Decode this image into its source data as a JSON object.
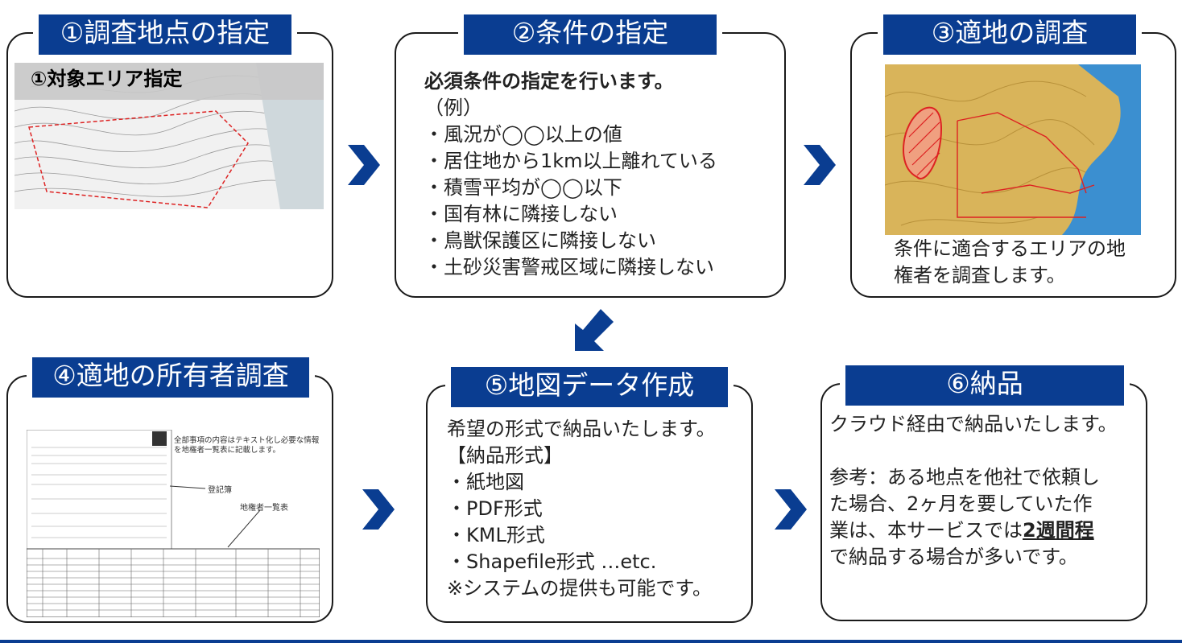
{
  "steps": {
    "s1": {
      "title": "①調査地点の指定",
      "map_label": "①対象エリア指定"
    },
    "s2": {
      "title": "②条件の指定",
      "lead": "必須条件の指定を行います。",
      "example": "（例）",
      "items": [
        "・風況が◯◯以上の値",
        "・居住地から1km以上離れている",
        "・積雪平均が◯◯以下",
        "・国有林に隣接しない",
        "・鳥獣保護区に隣接しない",
        "・土砂災害警戒区域に隣接しない"
      ]
    },
    "s3": {
      "title": "③適地の調査",
      "lines": [
        "条件に適合するエリアの地",
        "権者を調査します。"
      ]
    },
    "s4": {
      "title": "④適地の所有者調査",
      "doc_note": [
        "全部事項の内容はテキスト化し必要な情報",
        "を地権者一覧表に記載します。"
      ],
      "label_registry": "登記簿",
      "label_list": "地権者一覧表"
    },
    "s5": {
      "title": "⑤地図データ作成",
      "lines": [
        "希望の形式で納品いたします。",
        "【納品形式】",
        "・紙地図",
        "・PDF形式",
        "・KML形式",
        "・Shapefile形式 …etc.",
        "※システムの提供も可能です。"
      ]
    },
    "s6": {
      "title": "⑥納品",
      "line1": "クラウド経由で納品いたします。",
      "ref_lines": [
        "参考：ある地点を他社で依頼し",
        "た場合、2ヶ月を要していた作"
      ],
      "ref3_pre": "業は、本サービスでは",
      "ref3_emph": "2週間程",
      "ref4": "で納品する場合が多いです。"
    }
  },
  "colors": {
    "header_bg": "#0a3d91",
    "arrow": "#0a3d91"
  },
  "icons": {
    "arrow_right": "arrow-right-icon",
    "arrow_down": "arrow-down-left-icon"
  }
}
